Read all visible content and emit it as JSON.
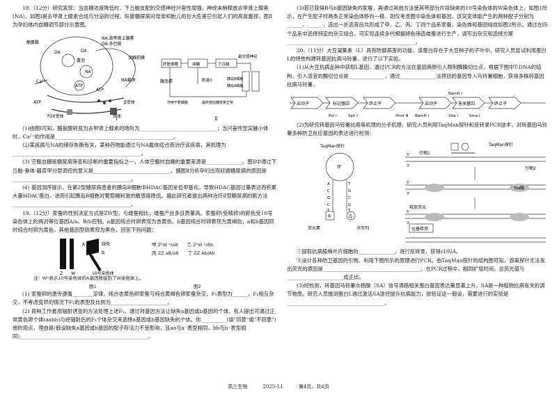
{
  "left": {
    "q18_p1": "18.（12分）研究发现：当血糖浓度降低时，下丘脑支配的交感神经兴奋性增强，神经末梢释放去甲肾上腺素(NA)，如图Ⅰ是去甲肾上腺素合成与分泌的过程。妊娠糖尿病对母亲和胎儿的巨大危害已引起人们的高度重视，图Ⅱ为孕妇体内血糖调节部分示意图。",
    "fig1": {
      "label": "Ⅰ",
      "texts": [
        "酪氨酸",
        "NA:去甲肾上腺素",
        "DA:多巴胺",
        "DA",
        "DA",
        "囊泡",
        "突触前膜",
        "NA",
        "Ca²⁺",
        "ATP",
        "ATP",
        "NA载体",
        "β受体",
        "P2X受体",
        "ATP",
        "受体"
      ]
    },
    "fig2": {
      "label": "Ⅱ",
      "texts": [
        "胰岛素",
        "肝脏细胞",
        "血糖",
        "下丘脑",
        "副交感神经",
        "胰岛B细胞",
        "胰岛A细胞",
        "刺激X",
        "作用于靶细胞",
        "最终使血糖恢复正常"
      ]
    },
    "q18_1": "(1)由图Ⅰ可知，酪氨酸转变为去甲肾上腺素的场所为______________________________；当兴奋传至突触小体时，Ca²⁺的作用是______________________________________________。",
    "q18_2": "(2)某疾病与NA的储存失衡有关，某种药物能通过与NA载体结合而治疗该疾病，其机理为__________________________________________________。",
    "q18_3": "(3) 空腹血糖是糖尿病筛查和诊断的重要指标之一，人体空腹时血糖的重要来源是______________。图Ⅱ中通过下丘脑-垂体-器官甲分层调控的意义是______________________________。据图Ⅱ分析孕妇出现妊娠糖尿病的原因是______________________________________________。",
    "q18_4": "(4) 基因测序提示，在第2型糖尿病患者的胰岛B细胞中HDAC基因呈低甲基化，导致HDAC基因过量表达而积累大量HDAC蛋白，进而引起胰岛B细胞对葡萄糖刺激的敏感度降低。据此研究者提出两种治疗Ⅱ型糖尿病的新方法______________________________________________。",
    "q19_p1": "19.（12分）家蚕的性别决定方式是ZW型。与雌蚕相比，雄蚕产丝多且质量高。家蚕卵(受精卵)的颜色受10号染色体上的两对等位基因A/a、B/b控制。a基因纯合时卵表现为杏黄色，b基因纯合时卵表现为黄褐色，a和b基因同时纯合时卵为黄色，其他基因型则表现为黑色，回答下列问题：",
    "fig3": {
      "texts": [
        "A",
        "缺失",
        "B",
        "Z",
        "W",
        "10号染色体",
        "甲 Z",
        "乙 Z",
        "丙 ZZ aB/aB",
        "丁 ZZ Ab/Ab"
      ],
      "lines": [
        "甲 ZᴬW ᵃ/aB　　乙 ZᴬW ᵃ/Ab",
        "丙 ZZ aB/aB　　丁 ZZ Ab/Ab"
      ],
      "note": "注：Wᴬ表示10号染色体的A基因移接到了W染色体上。",
      "label1": "图1",
      "label2": "图2"
    },
    "q19_1": "(1) 家蚕卵的遗传遵循________定律。纯合杏黄色卵家蚕与纯合黄褐色卵家蚕杂交，F₁表型为______，F₁相互杂交，不考虑变异的情况下F₂的表型及比例为______________________。",
    "q19_2": "(2) 育种工作者用辐射诱变的方法处理上述F₁，通过转基因方法让缺失a基因或b基因的个体。有人提出可通过正常黄色卵个体(aabb)与经辐射后的F₁个体杂交来选择a基因或b基因缺失的个体。你__________(填\"同意\"或\"不同意\")他的观点，理由是(假设缺失a基因或b基因的配子存活力不受影响，且aa与a⁻表型相同，bb与b⁻表型相同)__________________________________________________。"
  },
  "right": {
    "q19_3": "(3)若已获得B与b基因缺失的家蚕，再通过其他方法使其带部分片段缺失的10号染色体的W染色体上，如图1所示，在产生配子时两条正常染色体移向一极，则仅考虑图中染色体和基因，该突变体能产生的两种配子分别为______、______，选出一步选育后共形成了甲、乙、丙、丁四个品系家蚕，染色体和基因组成如图2所示。通过在四个品系中选择特定的杂交组合，可实现连续多代根据卵色筛选雄蚕进行生产，请写出杂交和选择方案__________________________________________________。",
    "q20_p1": "20.（11分）大豆凝集素（L）具有防御病害的功能，该蛋白存在于大豆种子的子叶中。研究人员尝试利用蛋白L的特性构建转基因抗病马铃薯，进行了以下实验。",
    "q20_1": "(1)从大豆抗病品种中获取L基因，通过PCR的方法在基因两侧引入限制酶酶切位点，根据下图中T-DNA的结构，引入适宜的酶切位点是______________，通过______________法将目的基因导入马铃薯细胞，获得多株转基因抗病马铃薯。",
    "tdna": {
      "segments": [
        "启动子",
        "标记基因",
        "终止子",
        "启动子",
        "无关基因",
        "终止子"
      ],
      "sites_bottom": [
        "Pst Ⅰ",
        "Sph Ⅰ",
        "Hind Ⅲ",
        "BamH Ⅰ",
        "Xba Ⅰ",
        "Sma Ⅰ"
      ],
      "site_top": "BamH Ⅰ"
    },
    "q20_2": "(2)为研究转基因马铃薯抗病毒机理的分子机理，研究人员利用TaqMan探针和反转录PCR技术，对转基因马铃薯多种防卫反应基因的表达进行检测：",
    "taqman": {
      "probe_label": "TaqMan探针",
      "probe_label2": "TaqMan探针",
      "loop": "环",
      "stem_letters": [
        "A",
        "C",
        "G",
        "C",
        "T",
        "T",
        "G",
        "C",
        "G",
        "T"
      ],
      "fluor": "荧光素",
      "quench": "淬灭剂",
      "primer1": "引物1",
      "primer2": "引物2",
      "taq": "Taq酶",
      "release": "释放荧光",
      "detect": "仪器检测",
      "R": "R",
      "Q": "Q",
      "p5": "5'",
      "p3": "3'"
    },
    "q20_2a": "①提取抗病植株叶片细胞的______________，进行反转录，获得cDNA。",
    "q20_2b": "②设计各种防卫基因的引物，利用下图所示的原理进行PCR。由TaqMan探针的结构图可知，游离探针无法发出荧光的原因是______________________________________。在PCR过程中，相同扩增时间，总荧光值与______________________成正比。",
    "q20_3": "(3)经检测，转基因马铃薯水杨酸（SA）信号通路相关蛋白基因表达量显著上升，SA是一种植物抗病有关的调节物质。研究人员推测蛋白L通过激活SA途径提升抗病能力，欲验证这一假设，需要进行的实验是______________________________________。"
  },
  "footer": {
    "subject": "高三生物",
    "date": "2025-11",
    "page": "第4页，共4页"
  }
}
